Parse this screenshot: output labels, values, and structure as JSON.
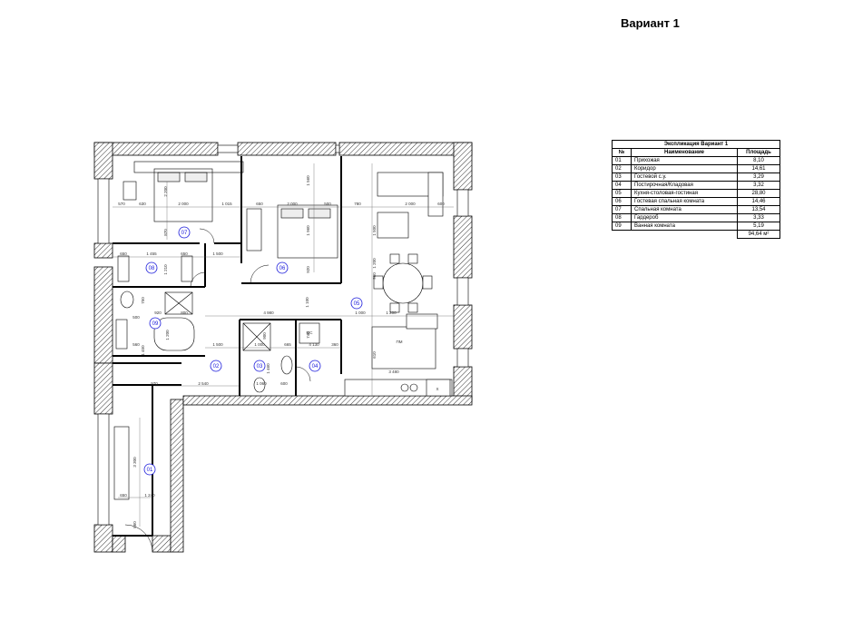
{
  "title": "Вариант 1",
  "legend": {
    "caption": "Экспликация Вариант 1",
    "headers": [
      "№",
      "Наименование",
      "Площадь"
    ],
    "rows": [
      [
        "01",
        "Прихожая",
        "8,10"
      ],
      [
        "02",
        "Коридор",
        "14,61"
      ],
      [
        "03",
        "Гостевой с.у.",
        "3,29"
      ],
      [
        "04",
        "Постирочная/Кладовая",
        "3,32"
      ],
      [
        "05",
        "Кухня-столовая-гостиная",
        "28,80"
      ],
      [
        "06",
        "Гостевая спальная комната",
        "14,46"
      ],
      [
        "07",
        "Спальная комната",
        "13,54"
      ],
      [
        "08",
        "Гардероб",
        "3,33"
      ],
      [
        "09",
        "Ванная комната",
        "5,19"
      ]
    ],
    "total": "94,64 м²"
  },
  "plan": {
    "room_markers": [
      "01",
      "02",
      "03",
      "04",
      "05",
      "06",
      "07",
      "08",
      "09"
    ],
    "dimensions": [
      "570",
      "630",
      "2 000",
      "1 015",
      "650",
      "2 000",
      "500",
      "780",
      "2 000",
      "600",
      "1 455",
      "650",
      "650",
      "1 210",
      "1 500",
      "4 980",
      "1 100",
      "1 000",
      "1 200",
      "960",
      "920",
      "800",
      "1 200",
      "1 500",
      "1 000",
      "665",
      "4 130",
      "360",
      "2 540",
      "970",
      "1 060",
      "600",
      "3 480",
      "3 300",
      "1 240",
      "650",
      "860",
      "2 200",
      "1 560",
      "1 960",
      "920",
      "1 500",
      "1 200",
      "750",
      "870",
      "1 450",
      "740",
      "1 460",
      "900",
      "500",
      "560",
      "610"
    ],
    "labels": {
      "washer": "МС",
      "dishwasher": "ПМ",
      "fridge": "Х"
    }
  }
}
